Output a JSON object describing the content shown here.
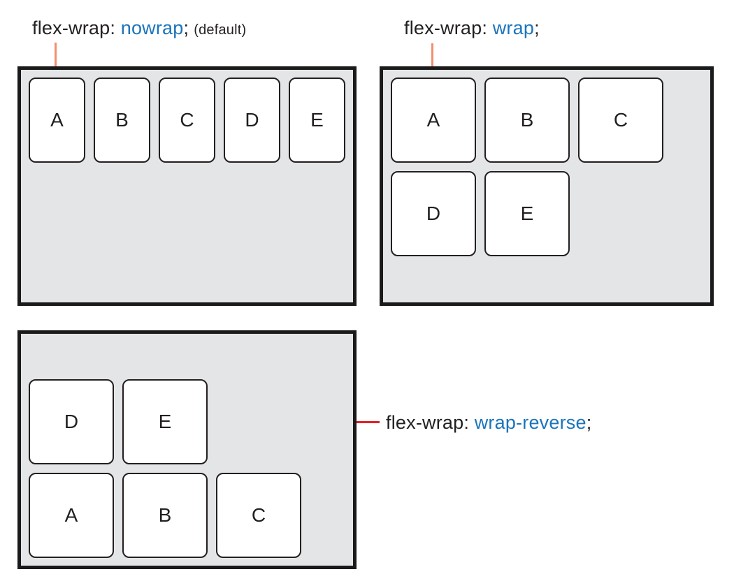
{
  "colors": {
    "blue": "#1B75BC",
    "salmon": "#F28E6E",
    "red": "#E31F26",
    "panel": "#E4E5E7",
    "border": "#1A1A1A",
    "item_border": "#231F20",
    "ink": "#231F20"
  },
  "panels": [
    {
      "id": "nowrap",
      "label": {
        "prefix": "flex-wrap: ",
        "value": "nowrap",
        "suffix": ";",
        "note": "(default)"
      },
      "items": [
        "A",
        "B",
        "C",
        "D",
        "E"
      ]
    },
    {
      "id": "wrap",
      "label": {
        "prefix": "flex-wrap: ",
        "value": "wrap",
        "suffix": ";",
        "note": ""
      },
      "items": [
        "A",
        "B",
        "C",
        "D",
        "E"
      ]
    },
    {
      "id": "wrap-reverse",
      "label": {
        "prefix": "flex-wrap: ",
        "value": "wrap-reverse",
        "suffix": ";",
        "note": ""
      },
      "items": [
        "A",
        "B",
        "C",
        "D",
        "E"
      ]
    }
  ]
}
